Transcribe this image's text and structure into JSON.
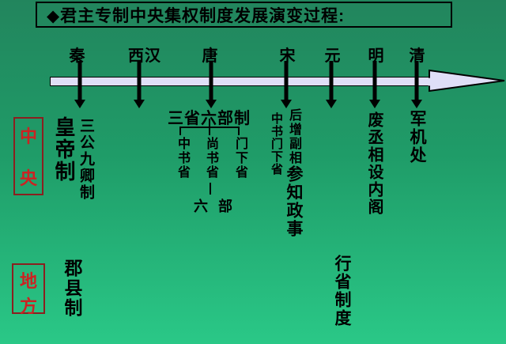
{
  "title": "◆君主专制中央集权制度发展演变过程:",
  "colors": {
    "background_top": "#22855d",
    "background_bottom": "#2ac887",
    "timeline_fill": "#dfdff7",
    "timeline_border": "#000000",
    "row_label_red": "#cc2222",
    "row_box_border": "#8b1f1f",
    "text_black": "#000000"
  },
  "timeline": {
    "dynasties": [
      {
        "label": "秦"
      },
      {
        "label": "西汉"
      },
      {
        "label": "唐"
      },
      {
        "label": "宋"
      },
      {
        "label": "元"
      },
      {
        "label": "明"
      },
      {
        "label": "清"
      }
    ]
  },
  "row_labels": {
    "central": {
      "chars": [
        "中",
        "央"
      ]
    },
    "local": {
      "chars": [
        "地",
        "方"
      ]
    }
  },
  "central_row": {
    "qin": {
      "emperor_system": "皇帝制",
      "three_dukes_nine_ministers": "三公九卿制"
    },
    "tang": {
      "header": "三省六部制",
      "departments": [
        "中书省",
        "尚书省",
        "门下省"
      ],
      "six_ministries": "六 部"
    },
    "song": {
      "zhongshu_menxia": "中书门下省",
      "vice_councillor_part1": "后增副相",
      "vice_councillor_part2": "参知政事"
    },
    "ming": {
      "abolish_chancellor_cabinet": "废丞相设内阁"
    },
    "qing": {
      "grand_council": "军机处"
    }
  },
  "local_row": {
    "qin": {
      "commandery_county_system": "郡县制"
    },
    "yuan": {
      "provincial_system": "行省制度"
    }
  }
}
